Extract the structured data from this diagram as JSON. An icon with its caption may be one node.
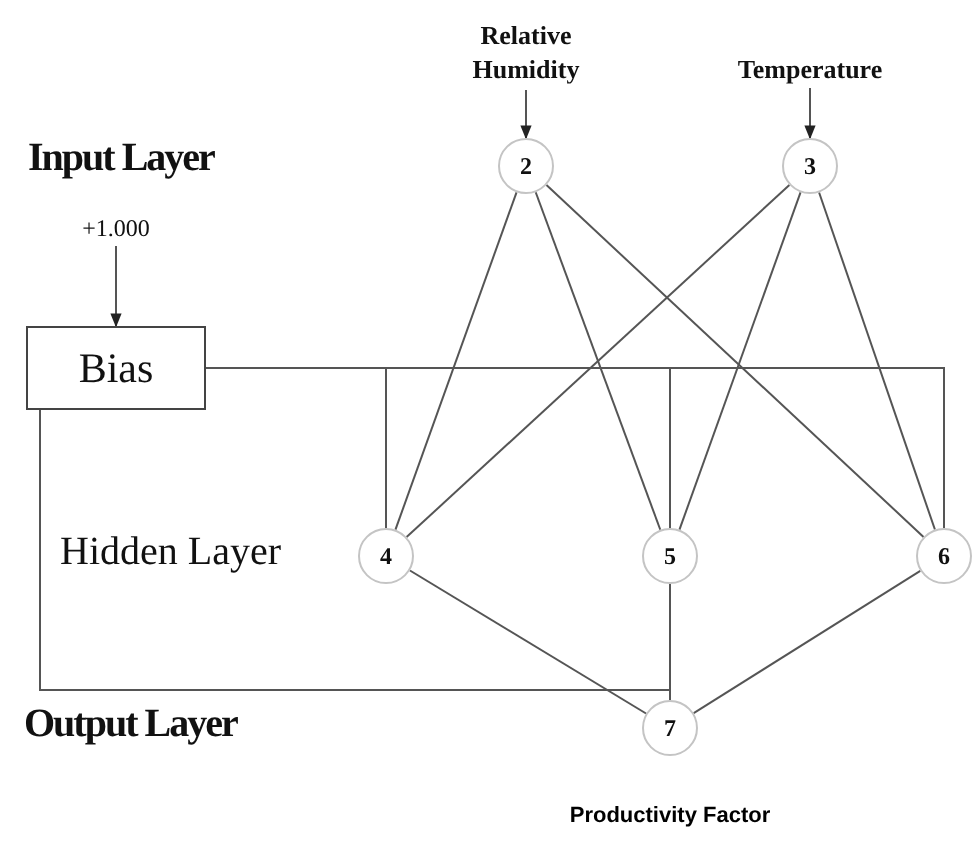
{
  "diagram": {
    "nodes": [
      {
        "text": [
          "Relative Humidity"
        ]
      },
      {
        "text": [
          "Temperature"
        ]
      },
      {
        "text": [
          "2"
        ]
      },
      {
        "text": [
          "3"
        ]
      },
      {
        "text": [
          "+1.000"
        ]
      },
      {
        "text": [
          "Bias"
        ]
      },
      {
        "text": [
          "4"
        ]
      },
      {
        "text": [
          "5"
        ]
      },
      {
        "text": [
          "6"
        ]
      },
      {
        "text": [
          "7"
        ],
        "beside": [
          "Productivity Factor"
        ]
      }
    ],
    "edges": [
      {
        "from": 0,
        "to": 2,
        "arrow": "to"
      },
      {
        "from": 1,
        "to": 3,
        "arrow": "to"
      },
      {
        "from": 4,
        "to": 5,
        "arrow": "to"
      },
      {
        "from": 2,
        "to": 6,
        "arrow": "none"
      },
      {
        "from": 2,
        "to": 7,
        "arrow": "none"
      },
      {
        "from": 2,
        "to": 8,
        "arrow": "none"
      },
      {
        "from": 3,
        "to": 6,
        "arrow": "none"
      },
      {
        "from": 3,
        "to": 7,
        "arrow": "none"
      },
      {
        "from": 3,
        "to": 8,
        "arrow": "none"
      },
      {
        "from": 5,
        "to": 6,
        "arrow": "none"
      },
      {
        "from": 5,
        "to": 7,
        "arrow": "none"
      },
      {
        "from": 5,
        "to": 8,
        "arrow": "none"
      },
      {
        "from": 5,
        "to": 9,
        "arrow": "none"
      },
      {
        "from": 6,
        "to": 9,
        "arrow": "none"
      },
      {
        "from": 7,
        "to": 9,
        "arrow": "none"
      },
      {
        "from": 8,
        "to": 9,
        "arrow": "none"
      }
    ],
    "labels": [
      "Input Layer",
      "Hidden Layer",
      "Output Layer"
    ]
  }
}
